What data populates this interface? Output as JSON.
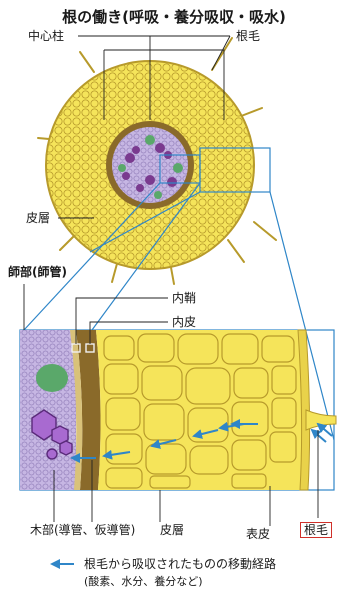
{
  "title": "根の働き(呼吸・養分吸収・吸水)",
  "labels": {
    "stele": "中心柱",
    "root_hair_top": "根毛",
    "cortex_top": "皮層",
    "phloem": "師部(師管)",
    "pericycle": "内鞘",
    "endodermis": "内皮",
    "xylem": "木部(導管、仮導管)",
    "cortex_bottom": "皮層",
    "epidermis": "表皮",
    "root_hair_bottom": "根毛"
  },
  "legend": {
    "line1": "根毛から吸収されたものの移動経路",
    "line2": "(酸素、水分、養分など)"
  },
  "colors": {
    "cortex": "#f5e45a",
    "cell_line": "#b79a2b",
    "stele": "#b9a4d8",
    "xylem": "#7a3a8f",
    "phloem": "#5aa86a",
    "endodermis": "#8a6a2a",
    "arrow": "#2f86c8",
    "highlight_box": "#d0302a"
  }
}
